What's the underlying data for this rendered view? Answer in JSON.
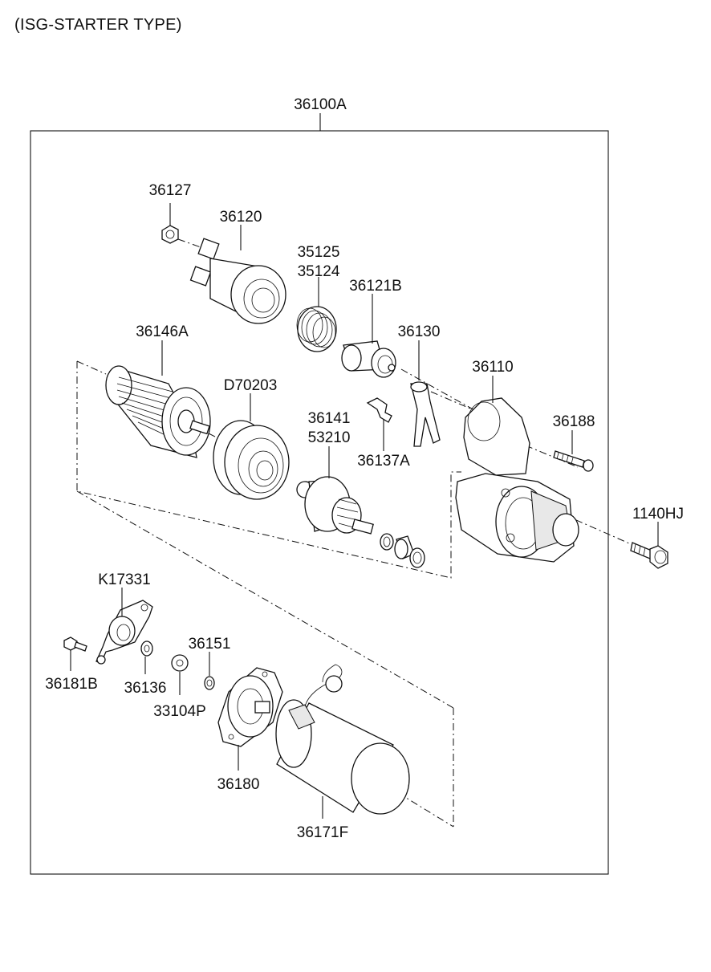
{
  "title": "(ISG-STARTER TYPE)",
  "assembly": "36100A",
  "parts": {
    "p36127": "36127",
    "p36120": "36120",
    "p35125": "35125",
    "p35124": "35124",
    "p36121B": "36121B",
    "p36130": "36130",
    "p36146A": "36146A",
    "pD70203": "D70203",
    "p36110": "36110",
    "p36141": "36141",
    "p53210": "53210",
    "p36188": "36188",
    "p36137A": "36137A",
    "p1140HJ": "1140HJ",
    "pK17331": "K17331",
    "p36151": "36151",
    "p36181B": "36181B",
    "p36136": "36136",
    "p33104P": "33104P",
    "p36180": "36180",
    "p36171F": "36171F"
  }
}
